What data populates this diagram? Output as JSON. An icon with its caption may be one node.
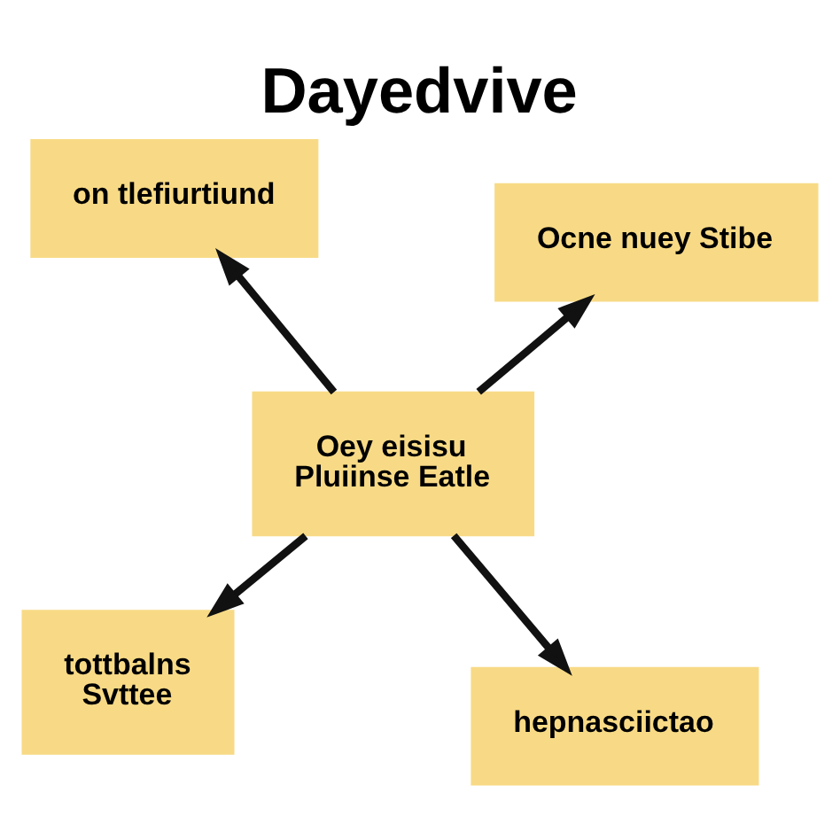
{
  "diagram": {
    "title": "Dayedvive",
    "nodes": [
      {
        "text": [
          "on tlefiurtiund"
        ]
      },
      {
        "text": [
          "Ocne nuey Stibe"
        ]
      },
      {
        "text": [
          "Oey eisisu Pluiinse Eatle"
        ]
      },
      {
        "text": [
          "tottbalns Svttee"
        ]
      },
      {
        "text": [
          "hepnasciictao"
        ]
      }
    ],
    "edges": [
      {
        "from": 2,
        "to": 0,
        "arrow": "to"
      },
      {
        "from": 2,
        "to": 1,
        "arrow": "to"
      },
      {
        "from": 2,
        "to": 3,
        "arrow": "to"
      },
      {
        "from": 2,
        "to": 4,
        "arrow": "to"
      }
    ]
  }
}
